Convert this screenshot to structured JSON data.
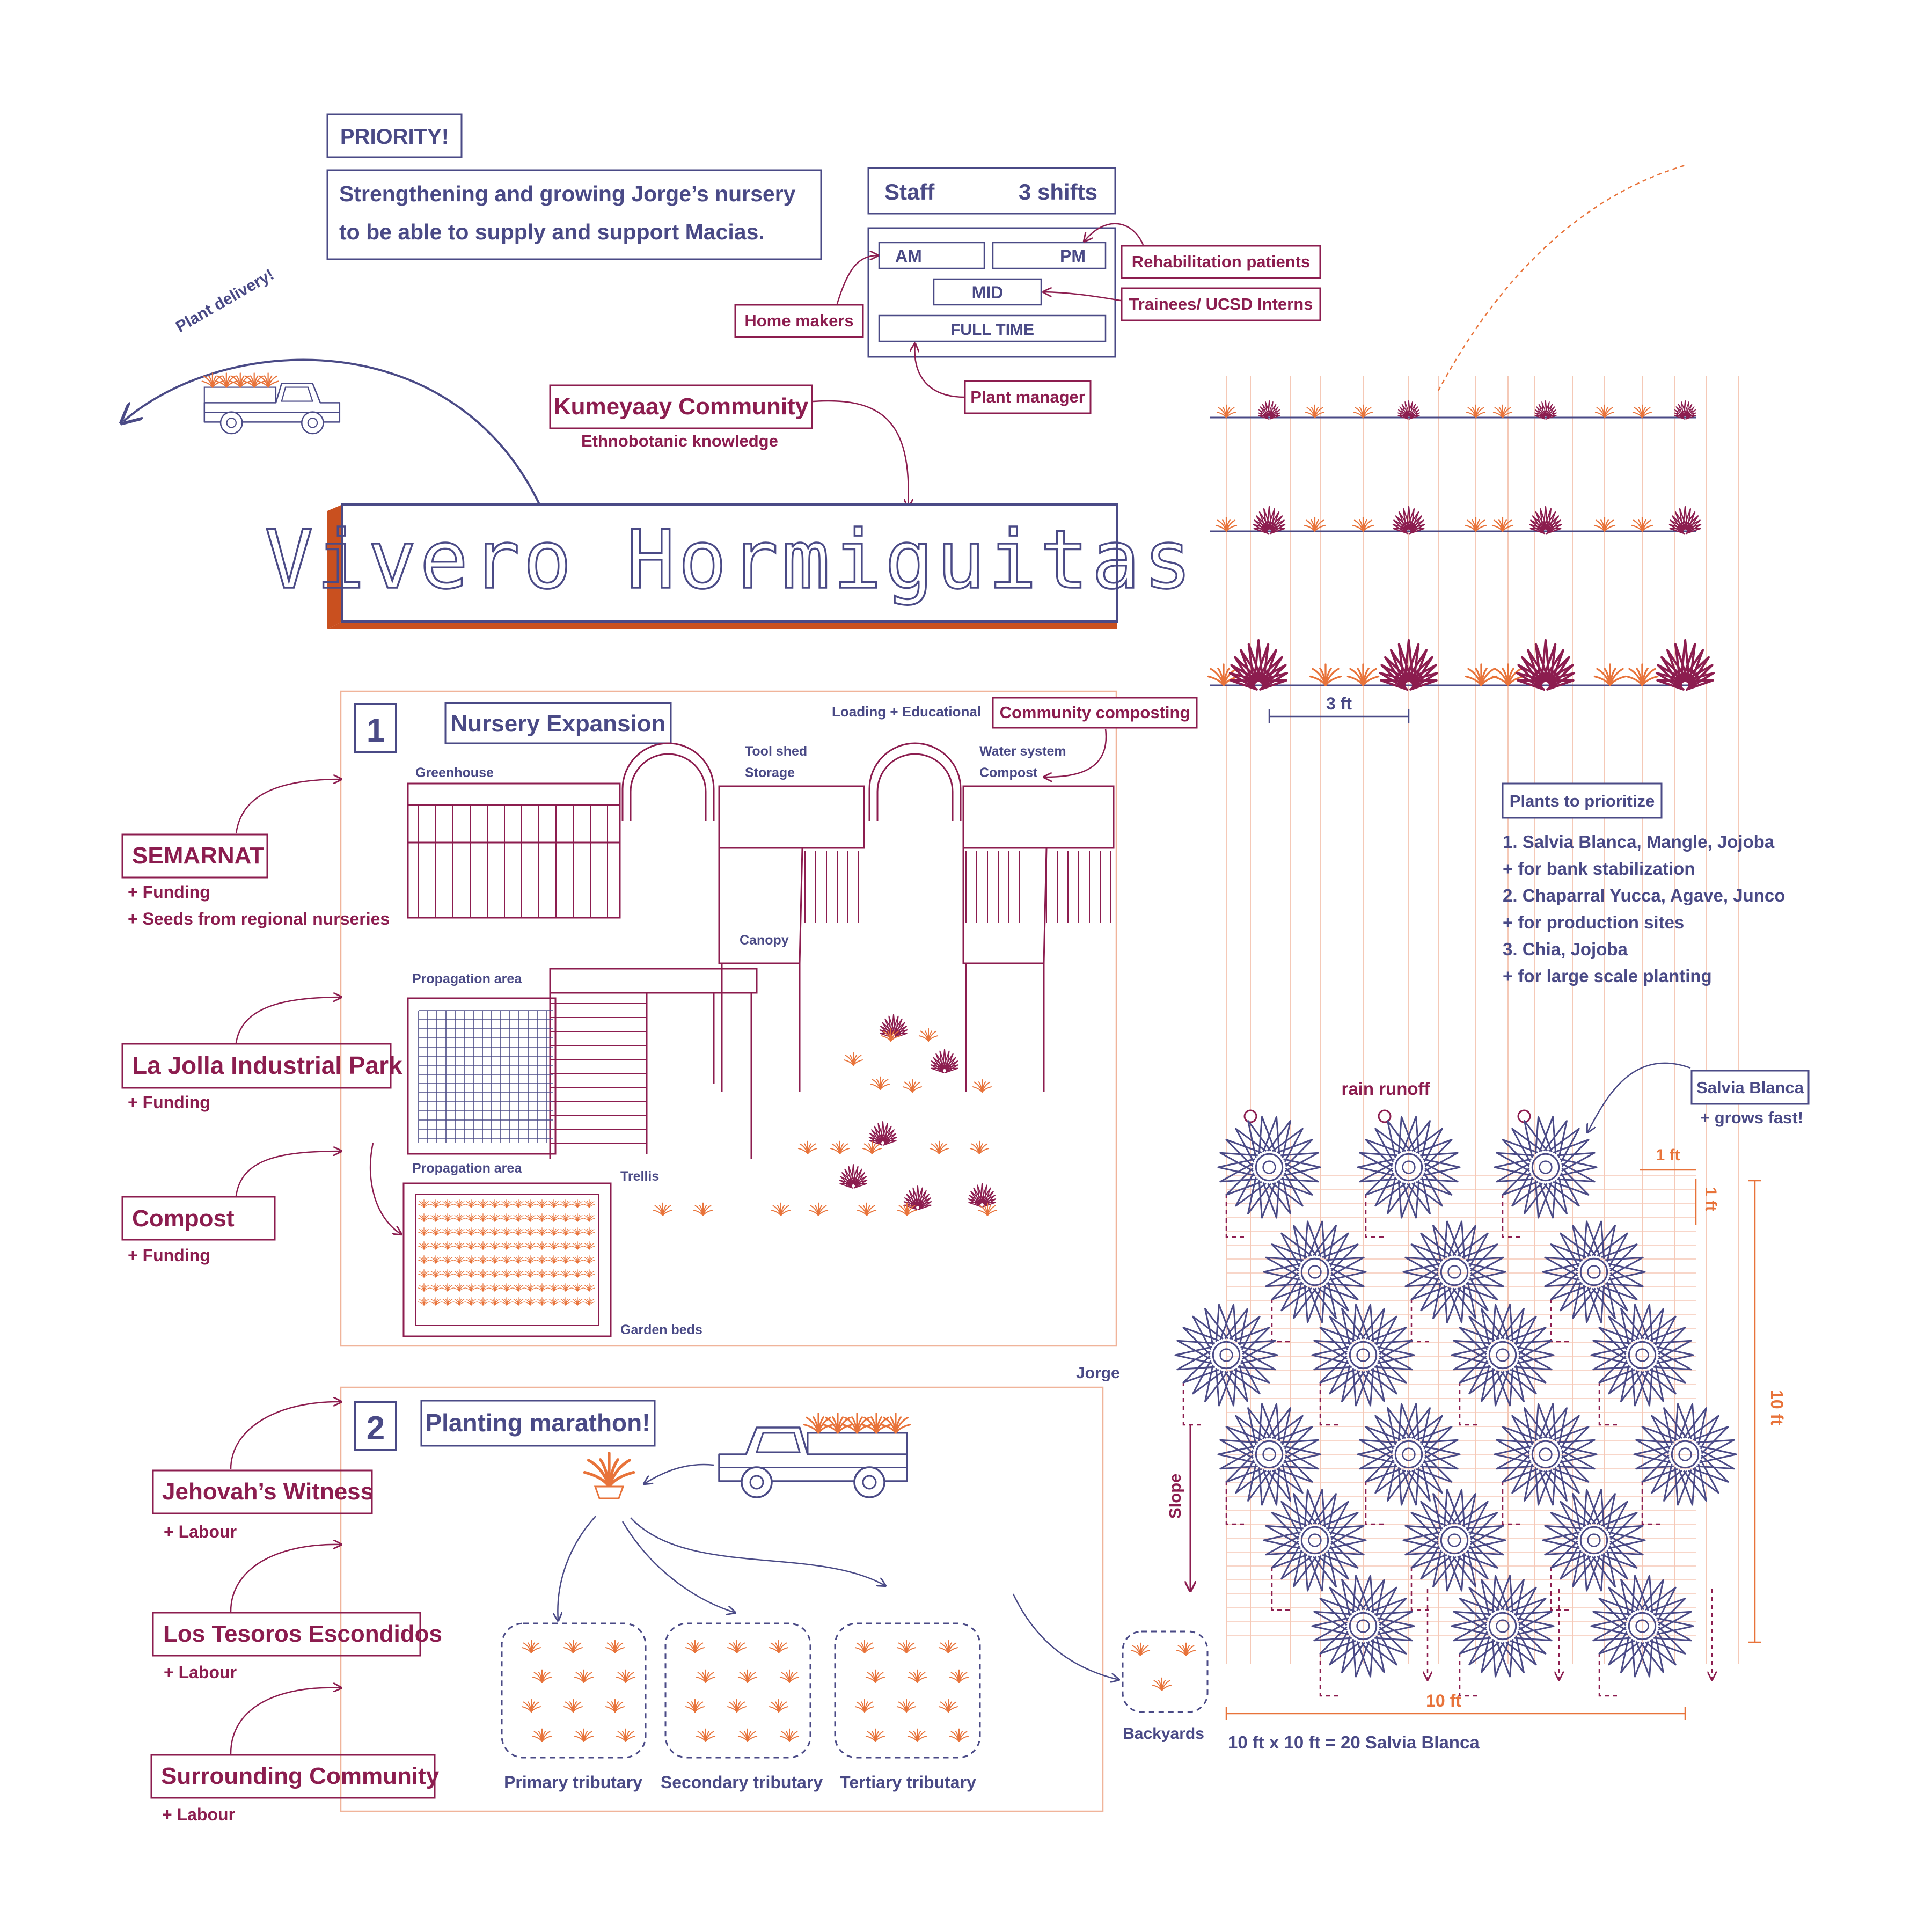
{
  "colors": {
    "navy": "#4a4a86",
    "maroon": "#8c1d4f",
    "orange": "#e8733a",
    "peach": "#f0b49a",
    "light_lines": "#f5c9b7"
  },
  "header": {
    "priority": "PRIORITY!",
    "statement_line1": "Strengthening and growing Jorge’s nursery",
    "statement_line2": "to be able to supply and support Macias.",
    "plant_delivery": "Plant delivery!"
  },
  "staff": {
    "title": "Staff",
    "shifts": "3 shifts",
    "am": "AM",
    "pm": "PM",
    "mid": "MID",
    "full_time": "FULL TIME",
    "home_makers": "Home makers",
    "rehab": "Rehabilitation patients",
    "trainees": "Trainees/ UCSD Interns",
    "plant_manager": "Plant manager"
  },
  "community": {
    "kumeyaay": "Kumeyaay Community",
    "knowledge": "Ethnobotanic knowledge"
  },
  "title": "Vivero Hormiguitas",
  "expansion": {
    "number": "1",
    "title": "Nursery Expansion",
    "loading": "Loading + Educational",
    "community_composting": "Community composting",
    "greenhouse": "Greenhouse",
    "tool_shed": "Tool shed",
    "storage": "Storage",
    "water_system": "Water system",
    "compost": "Compost",
    "canopy": "Canopy",
    "propagation_1": "Propagation area",
    "propagation_2": "Propagation area",
    "trellis": "Trellis",
    "garden_beds": "Garden beds"
  },
  "supporters": [
    {
      "name": "SEMARNAT",
      "lines": [
        "+ Funding",
        "+ Seeds from regional nurseries"
      ]
    },
    {
      "name": "La Jolla Industrial Park",
      "lines": [
        "+ Funding"
      ]
    },
    {
      "name": "Compost",
      "lines": [
        "+ Funding"
      ]
    }
  ],
  "marathon": {
    "number": "2",
    "title": "Planting marathon!",
    "jorge": "Jorge",
    "primary": "Primary tributary",
    "secondary": "Secondary tributary",
    "tertiary": "Tertiary tributary",
    "backyards": "Backyards"
  },
  "labour": [
    {
      "name": "Jehovah’s Witness",
      "line": "+ Labour"
    },
    {
      "name": "Los Tesoros Escondidos",
      "line": "+ Labour"
    },
    {
      "name": "Surrounding Community",
      "line": "+ Labour"
    }
  ],
  "growth": {
    "three_ft": "3 ft"
  },
  "priorities": {
    "title": "Plants to prioritize",
    "lines": [
      "1. Salvia Blanca, Mangle, Jojoba",
      "+ for bank stabilization",
      "2. Chaparral Yucca, Agave, Junco",
      "+ for production sites",
      "3. Chia, Jojoba",
      "+ for large scale planting"
    ]
  },
  "salvia": {
    "rain_runoff": "rain runoff",
    "salvia_blanca": "Salvia Blanca",
    "grows_fast": "+ grows fast!",
    "one_ft_h": "1 ft",
    "one_ft_v": "1 ft",
    "ten_ft_v": "10 ft",
    "ten_ft_h": "10 ft",
    "slope": "Slope",
    "formula": "10 ft x 10 ft = 20 Salvia Blanca"
  }
}
